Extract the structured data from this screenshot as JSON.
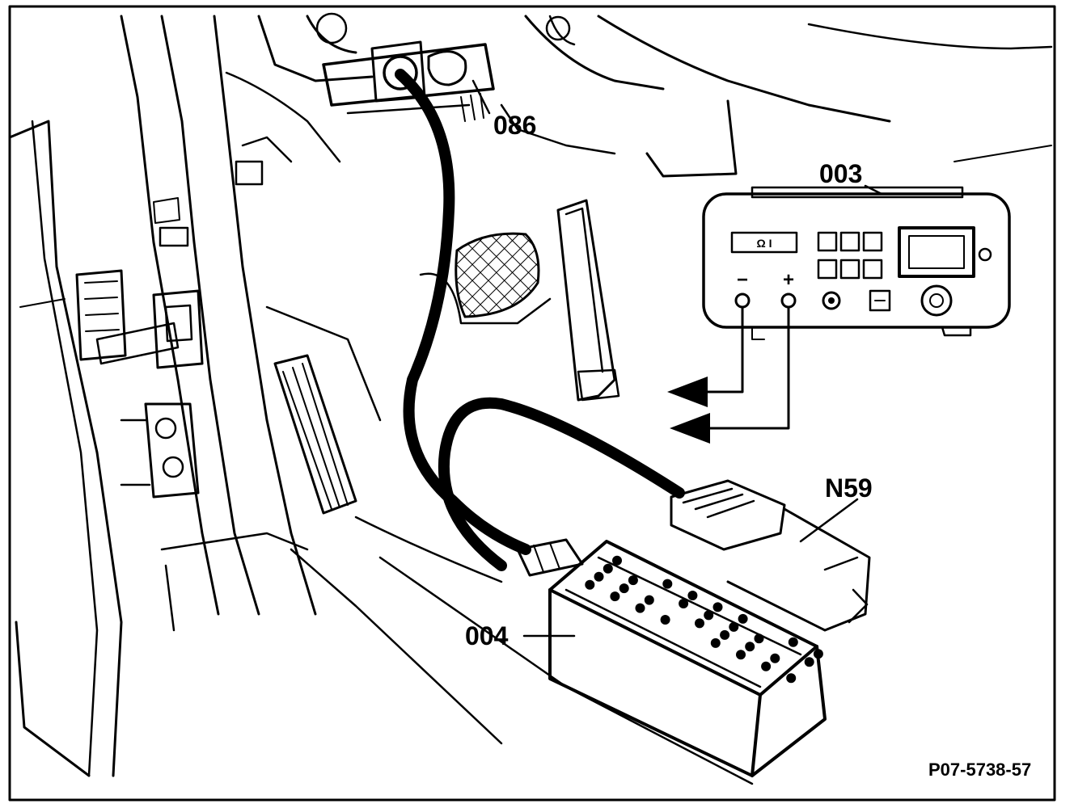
{
  "callouts": {
    "c086": "086",
    "c003": "003",
    "n59": "N59",
    "c004": "004"
  },
  "figure_number": "P07-5738-57",
  "meter": {
    "display_text": "Ω I",
    "minus_label": "−",
    "plus_label": "+"
  },
  "colors": {
    "ink": "#000000",
    "paper": "#ffffff"
  }
}
